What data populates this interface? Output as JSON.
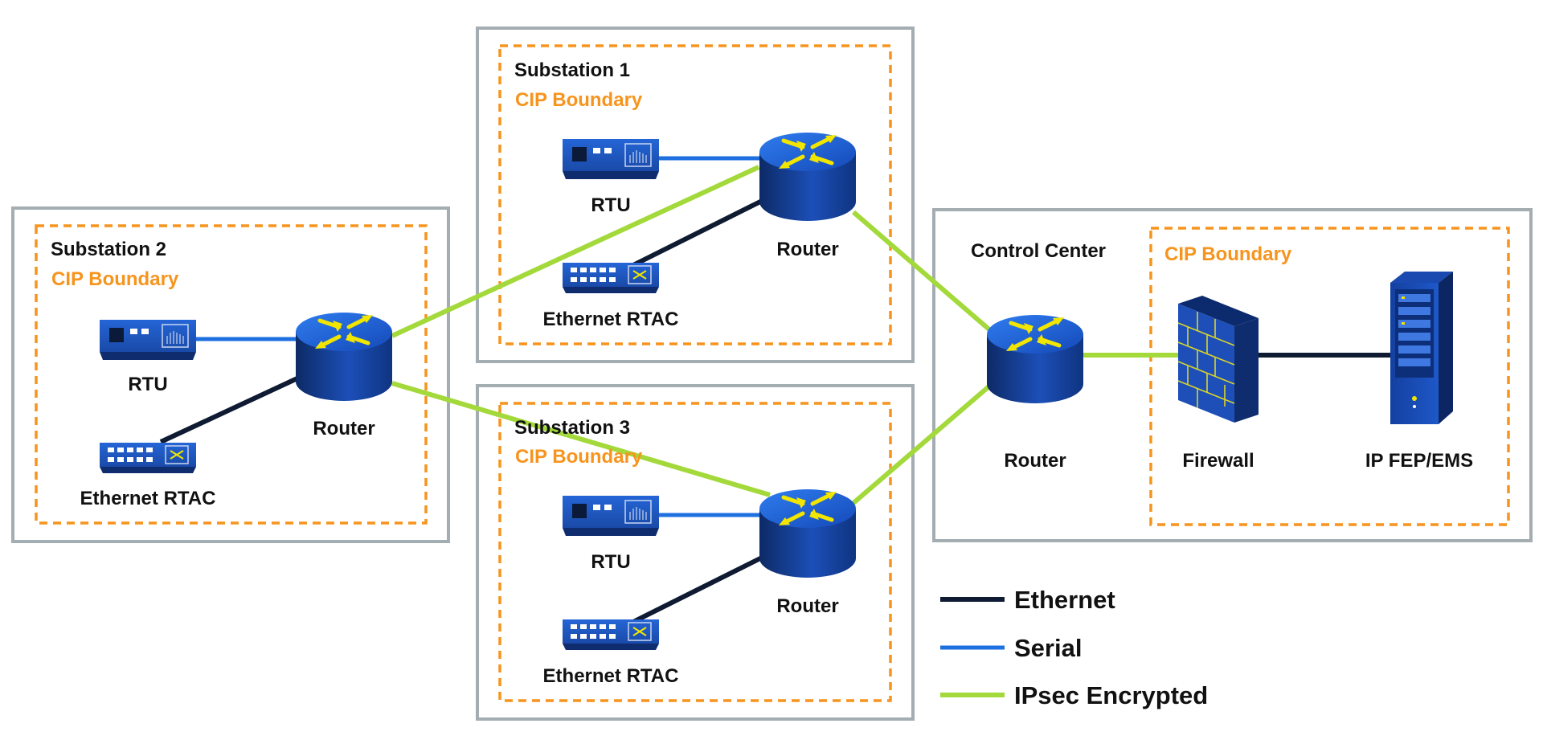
{
  "colors": {
    "ethernet": "#0f1b33",
    "serial": "#1e6fe0",
    "ipsec": "#a3d93a",
    "cip_boundary": "#f7941d",
    "site_border": "#a3adb2",
    "device_blue": "#1e4fb5"
  },
  "sites": {
    "substation1": {
      "title": "Substation 1",
      "boundary": "CIP Boundary",
      "rtu": "RTU",
      "rtac": "Ethernet RTAC",
      "router": "Router"
    },
    "substation2": {
      "title": "Substation 2",
      "boundary": "CIP Boundary",
      "rtu": "RTU",
      "rtac": "Ethernet RTAC",
      "router": "Router"
    },
    "substation3": {
      "title": "Substation 3",
      "boundary": "CIP Boundary",
      "rtu": "RTU",
      "rtac": "Ethernet RTAC",
      "router": "Router"
    },
    "control_center": {
      "title": "Control Center",
      "boundary": "CIP Boundary",
      "router": "Router",
      "firewall": "Firewall",
      "server": "IP FEP/EMS"
    }
  },
  "icons": {
    "router": "router-icon",
    "rtu": "rtu-icon",
    "rtac": "ethernet-rtac-icon",
    "firewall": "firewall-icon",
    "server": "server-icon"
  },
  "legend": [
    {
      "label": "Ethernet",
      "color": "#0f1b33"
    },
    {
      "label": "Serial",
      "color": "#1e6fe0"
    },
    {
      "label": "IPsec Encrypted",
      "color": "#a3d93a"
    }
  ]
}
